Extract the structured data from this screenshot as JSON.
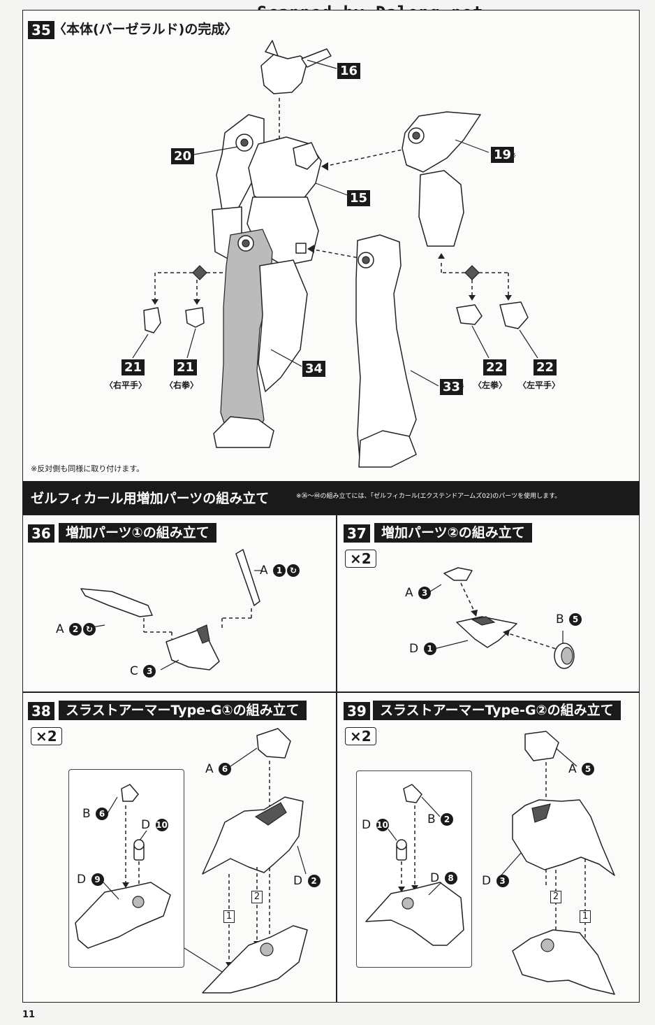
{
  "scanner": "Scanned by Dalong.net",
  "page_number": "11",
  "step35": {
    "number": "35",
    "title": "〈本体(バーゼラルド)の完成〉",
    "note": "※反対側も同様に取り付けます。",
    "parts": {
      "p16": "16",
      "p20": "20",
      "p15": "15",
      "p19": "19",
      "p19_mark": "※",
      "p34": "34",
      "p33": "33",
      "p33_mark": "※",
      "p21a": "21",
      "p21a_label": "〈右平手〉",
      "p21b": "21",
      "p21b_label": "〈右拳〉",
      "p22a": "22",
      "p22a_label": "〈左拳〉",
      "p22b": "22",
      "p22b_label": "〈左平手〉"
    }
  },
  "banner": {
    "title": "ゼルフィカール用増加パーツの組み立て",
    "note": "※㊱〜㊹の組み立てには、「ゼルフィカール(エクステンドアームズ02)のパーツを使用します。"
  },
  "step36": {
    "number": "36",
    "title": "増加パーツ①の組み立て",
    "parts": [
      {
        "letter": "A",
        "num": "1",
        "mark": "↻"
      },
      {
        "letter": "A",
        "num": "2",
        "mark": "↻"
      },
      {
        "letter": "C",
        "num": "3"
      }
    ]
  },
  "step37": {
    "number": "37",
    "title": "増加パーツ②の組み立て",
    "multiplier": "×2",
    "parts": [
      {
        "letter": "A",
        "num": "3"
      },
      {
        "letter": "B",
        "num": "5"
      },
      {
        "letter": "D",
        "num": "1"
      }
    ]
  },
  "step38": {
    "number": "38",
    "title": "スラストアーマーType-G①の組み立て",
    "multiplier": "×2",
    "parts": [
      {
        "letter": "A",
        "num": "6"
      },
      {
        "letter": "B",
        "num": "6"
      },
      {
        "letter": "D",
        "num": "10"
      },
      {
        "letter": "D",
        "num": "9"
      },
      {
        "letter": "D",
        "num": "2"
      }
    ],
    "substeps": [
      "1",
      "2"
    ]
  },
  "step39": {
    "number": "39",
    "title": "スラストアーマーType-G②の組み立て",
    "multiplier": "×2",
    "parts": [
      {
        "letter": "A",
        "num": "5"
      },
      {
        "letter": "B",
        "num": "2"
      },
      {
        "letter": "D",
        "num": "10"
      },
      {
        "letter": "D",
        "num": "8"
      },
      {
        "letter": "D",
        "num": "3"
      }
    ],
    "substeps": [
      "2",
      "1"
    ]
  }
}
